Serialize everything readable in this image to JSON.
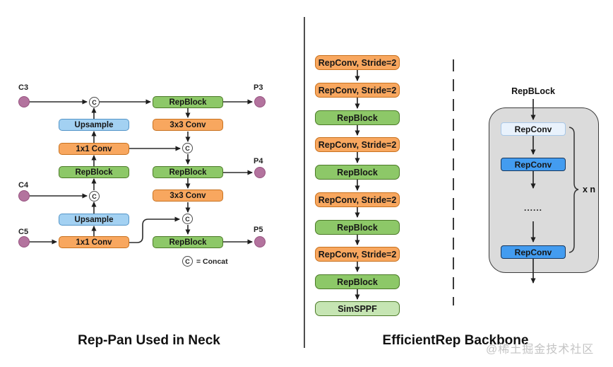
{
  "neck": {
    "caption": "Rep-Pan Used in Neck",
    "inputs": [
      "C3",
      "C4",
      "C5"
    ],
    "outputs": [
      "P3",
      "P4",
      "P5"
    ],
    "concat_symbol": "C",
    "legend_text": "= Concat",
    "blocks": [
      {
        "label": "Upsample",
        "color": "blue"
      },
      {
        "label": "1x1 Conv",
        "color": "orange"
      },
      {
        "label": "RepBlock",
        "color": "green"
      },
      {
        "label": "Upsample",
        "color": "blue"
      },
      {
        "label": "1x1 Conv",
        "color": "orange"
      },
      {
        "label": "RepBlock",
        "color": "green"
      },
      {
        "label": "3x3 Conv",
        "color": "orange"
      },
      {
        "label": "RepBlock",
        "color": "green"
      },
      {
        "label": "3x3 Conv",
        "color": "orange"
      },
      {
        "label": "RepBlock",
        "color": "green"
      }
    ]
  },
  "backbone": {
    "caption": "EfficientRep Backbone",
    "blocks": [
      {
        "label": "RepConv, Stride=2",
        "color": "orange"
      },
      {
        "label": "RepConv, Stride=2",
        "color": "orange"
      },
      {
        "label": "RepBlock",
        "color": "green"
      },
      {
        "label": "RepConv, Stride=2",
        "color": "orange"
      },
      {
        "label": "RepBlock",
        "color": "green"
      },
      {
        "label": "RepConv, Stride=2",
        "color": "orange"
      },
      {
        "label": "RepBlock",
        "color": "green"
      },
      {
        "label": "RepConv, Stride=2",
        "color": "orange"
      },
      {
        "label": "RepBlock",
        "color": "green"
      },
      {
        "label": "SimSPPF",
        "color": "lightgreen"
      }
    ]
  },
  "repblock_detail": {
    "title": "RepBLock",
    "blocks": [
      {
        "label": "RepConv",
        "style": "light"
      },
      {
        "label": "RepConv",
        "style": "solid"
      },
      {
        "label": "RepConv",
        "style": "solid"
      }
    ],
    "ellipsis": "......",
    "repeat_label": "x n"
  },
  "watermark": "@稀土掘金技术社区",
  "colors": {
    "orange_fill": "#F8A75F",
    "orange_border": "#C8721F",
    "green_fill": "#8DC868",
    "green_border": "#4C7A28",
    "lightgreen_fill": "#C6E5B3",
    "blue_fill": "#A3D1F2",
    "blue_border": "#5495C8",
    "terminal_purple": "#B3739E",
    "repconv_light_fill": "#E9F2FC",
    "repconv_blue_fill": "#43A0F0",
    "detail_container_grey": "#DBDBDB",
    "line": "#2b2b2b"
  }
}
